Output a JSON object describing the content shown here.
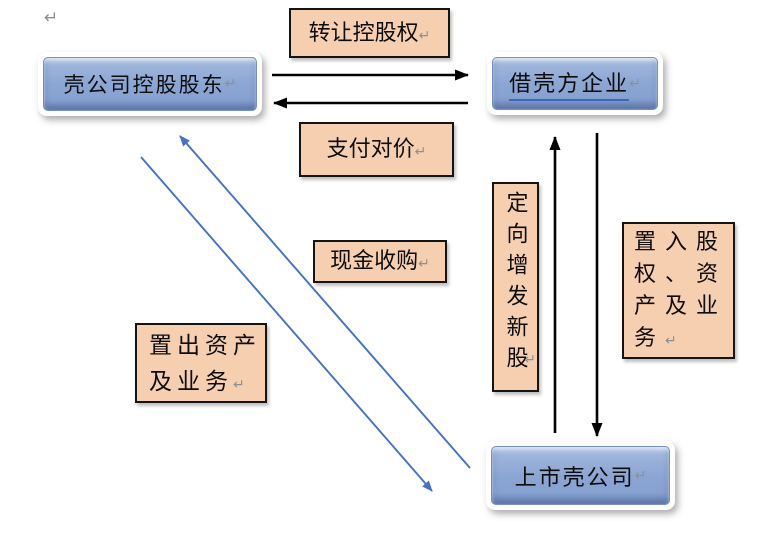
{
  "page": {
    "paragraph_mark": "↵"
  },
  "colors": {
    "arrow_black": "#000000",
    "arrow_blue": "#4472c4",
    "node_fill": "#8ca6d4",
    "node_border": "#7590c2",
    "label_fill": "#f6cfb1",
    "label_border": "#141414",
    "return_mark": "#8f8f8f",
    "underline": "#3c68b8"
  },
  "nodes": {
    "shell_shareholder": {
      "label": "壳公司控股股东",
      "return_mark": "↵"
    },
    "borrower": {
      "label": "借壳方企业",
      "return_mark": "↵"
    },
    "listed_shell": {
      "label": "上市壳公司",
      "return_mark": "↵"
    }
  },
  "labels": {
    "transfer_control": {
      "text": "转让控股权",
      "return_mark": "↵"
    },
    "pay_consideration": {
      "text": "支付对价",
      "return_mark": "↵"
    },
    "cash_acquisition": {
      "text": "现金收购",
      "return_mark": "↵"
    },
    "divest_assets": {
      "text": "置出资产及业务",
      "return_mark": "↵"
    },
    "inject_assets": {
      "text": "置入股权、资产及业务",
      "return_mark": "↵"
    },
    "private_placement": {
      "text": "定向增发新股",
      "return_mark": "↵"
    }
  }
}
